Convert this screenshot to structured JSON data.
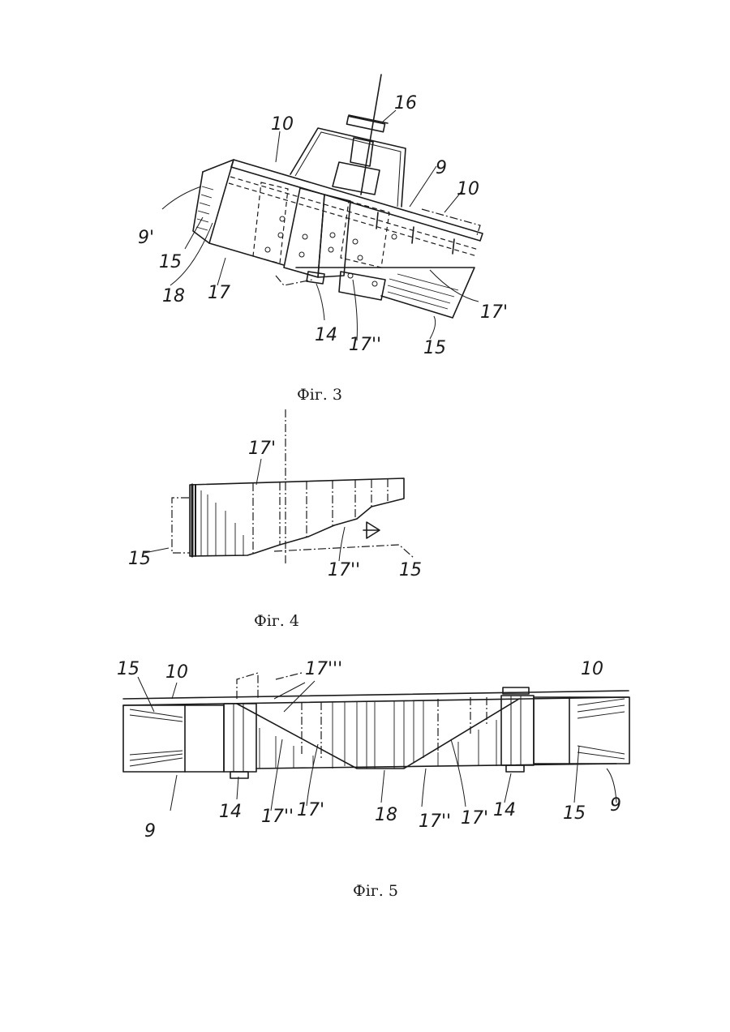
{
  "figures": [
    {
      "caption": "Фіг. 3",
      "labels": [
        "16",
        "10",
        "9",
        "10",
        "9'",
        "15",
        "18",
        "17",
        "14",
        "17''",
        "15",
        "17'"
      ]
    },
    {
      "caption": "Фіг. 4",
      "labels": [
        "17'",
        "15",
        "17''",
        "15"
      ]
    },
    {
      "caption": "Фіг. 5",
      "labels": [
        "15",
        "10",
        "17'''",
        "10",
        "9",
        "14",
        "17''",
        "17'",
        "18",
        "17''",
        "17'",
        "14",
        "15",
        "9"
      ]
    }
  ]
}
